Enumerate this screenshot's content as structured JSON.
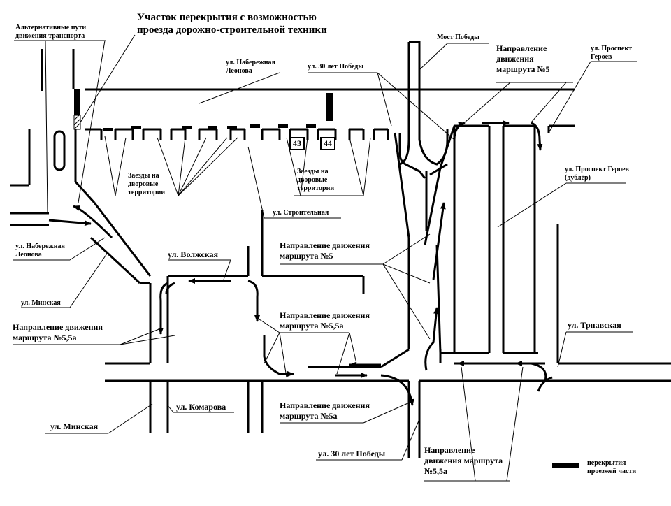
{
  "title": "Участок перекрытия с возможностью проезда дорожно-строительной техники",
  "labels": {
    "alt_paths": "Альтернативные пути движения транспорта",
    "naberezhnaya_top": "ул. Набережная Леонова",
    "most_pobedy": "Мост Победы",
    "dir5_top": "Направление движения маршрута №5",
    "prospekt_geroev": "ул. Проспект Героев",
    "ul_30_let_top": "ул. 30 лет Победы",
    "zaezdy_left": "Заезды на дворовые территории",
    "zaezdy_right": "Заезды на дворовые территории",
    "house_43": "43",
    "house_44": "44",
    "prospekt_dubler": "ул. Проспект Героев (дублёр)",
    "stroitelnaya": "ул. Строительная",
    "naberezhnaya_left": "ул. Набережная Леонова",
    "volzhskaya": "ул. Волжская",
    "dir5_mid": "Направление движения маршрута №5",
    "minskaya_mid": "ул. Минская",
    "dir55a_mid": "Направление движения маршрута №5,5а",
    "dir55a_left": "Направление движения маршрута №5,5а",
    "trnavskaya": "ул. Трнавская",
    "komarova": "ул. Комарова",
    "dir5a": "Направление движения маршрута №5а",
    "minskaya_bottom": "ул. Минская",
    "ul_30_let_bottom": "ул. 30 лет Победы",
    "dir55a_bottom": "Направление движения маршрута №5,5а"
  },
  "legend": {
    "closure": "перекрытия проезжей части"
  }
}
